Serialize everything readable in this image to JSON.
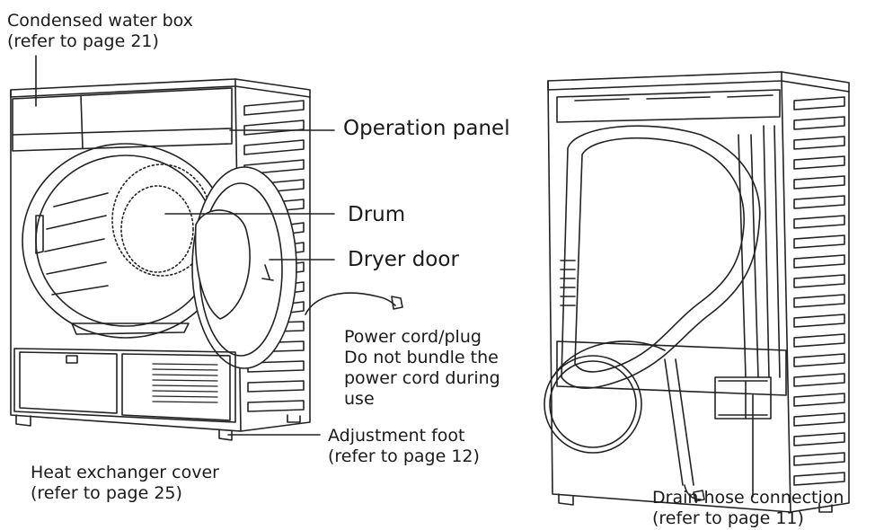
{
  "labels": {
    "condensed_water_box": "Condensed water box\n (refer to page 21)",
    "operation_panel": "Operation panel",
    "drum": "Drum",
    "dryer_door": "Dryer door",
    "power_cord": "Power cord/plug\nDo not bundle the\npower cord during\nuse",
    "adjustment_foot": "Adjustment foot\n(refer to page 12)",
    "heat_exchanger_cover": "Heat exchanger cover\n (refer to page 25)",
    "drain_hose_connection": "Drain hose connection\n(refer to page 11)"
  }
}
